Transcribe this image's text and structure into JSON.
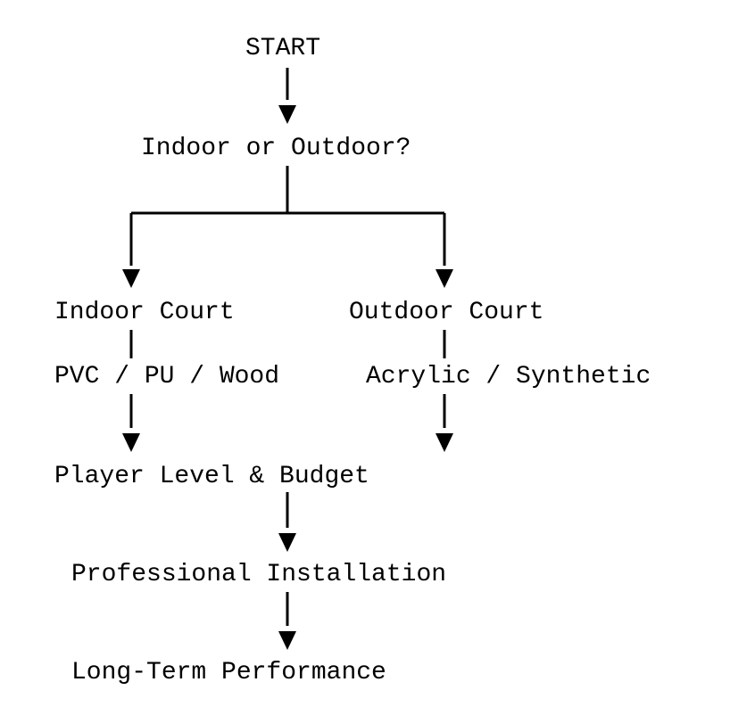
{
  "nodes": {
    "start": "START",
    "indoor_or_outdoor": "Indoor or Outdoor?",
    "indoor_court": "Indoor Court",
    "outdoor_court": "Outdoor Court",
    "indoor_materials": "PVC / PU / Wood",
    "outdoor_materials": "Acrylic / Synthetic",
    "player_level_budget": "Player Level & Budget",
    "professional_installation": "Professional Installation",
    "long_term_performance": "Long-Term Performance"
  },
  "colors": {
    "text": "#000000",
    "lines": "#000000",
    "background": "#ffffff"
  }
}
